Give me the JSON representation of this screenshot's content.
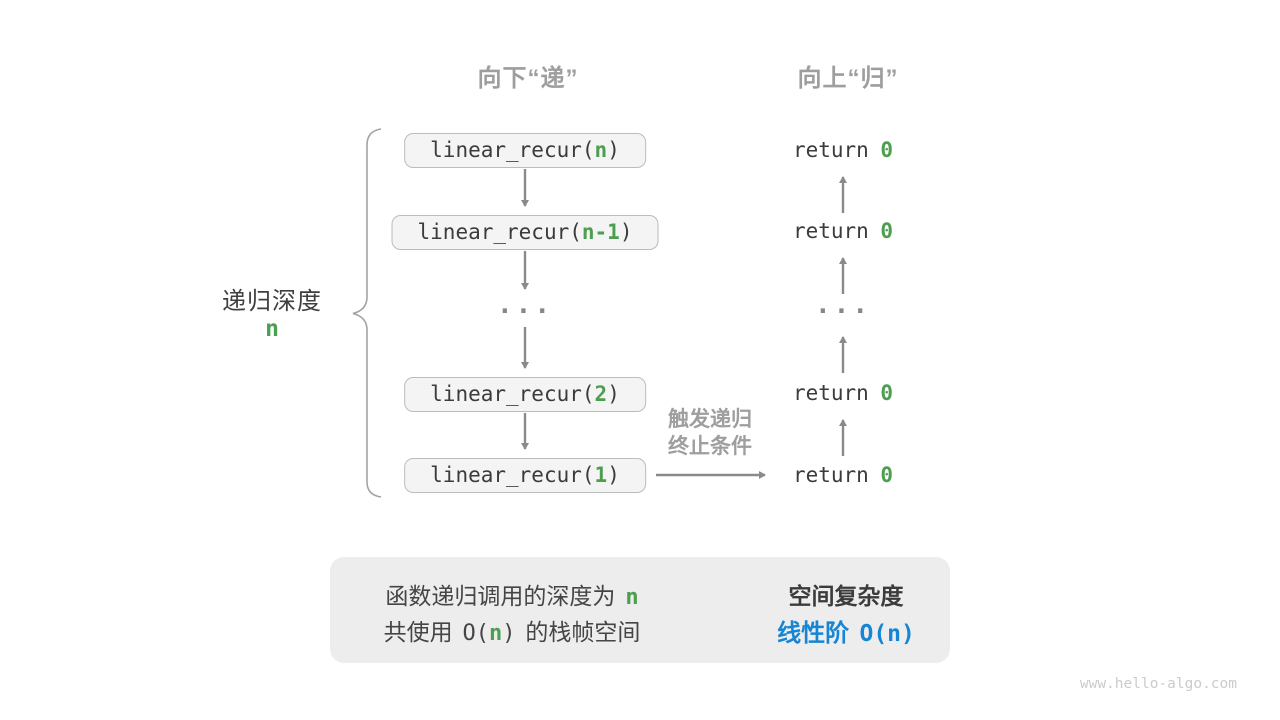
{
  "headers": {
    "descend": "向下“递”",
    "ascend": "向上“归”"
  },
  "depth": {
    "label": "递归深度",
    "value": "n"
  },
  "call_stack": {
    "boxes": [
      {
        "prefix": "linear_recur(",
        "arg": "n",
        "suffix": ")"
      },
      {
        "prefix": "linear_recur(",
        "arg": "n-1",
        "suffix": ")"
      },
      {
        "prefix": "linear_recur(",
        "arg": "2",
        "suffix": ")"
      },
      {
        "prefix": "linear_recur(",
        "arg": "1",
        "suffix": ")"
      }
    ],
    "ellipsis": "..."
  },
  "returns": {
    "items": [
      {
        "keyword": "return",
        "value": "0"
      },
      {
        "keyword": "return",
        "value": "0"
      },
      {
        "keyword": "return",
        "value": "0"
      },
      {
        "keyword": "return",
        "value": "0"
      }
    ],
    "ellipsis": "..."
  },
  "base_case_note": {
    "line1": "触发递归",
    "line2": "终止条件"
  },
  "summary": {
    "line1": {
      "text": "函数递归调用的深度为",
      "value": "n"
    },
    "line2": {
      "pre": "共使用",
      "o_open": "O(",
      "value": "n",
      "o_close": ")",
      "post": "的栈帧空间"
    },
    "right": {
      "title": "空间复杂度",
      "result_text": "线性阶",
      "result_code": "O(n)"
    }
  },
  "watermark": "www.hello-algo.com",
  "colors": {
    "accent_green": "#4e9e52",
    "accent_blue": "#1686d4",
    "label_gray": "#9e9e9e",
    "arrow_gray": "#8a8a8a",
    "box_fill": "#f4f4f4",
    "box_border": "#bcbcbc",
    "summary_fill": "#ededed",
    "text_dark": "#3b3b3b"
  }
}
